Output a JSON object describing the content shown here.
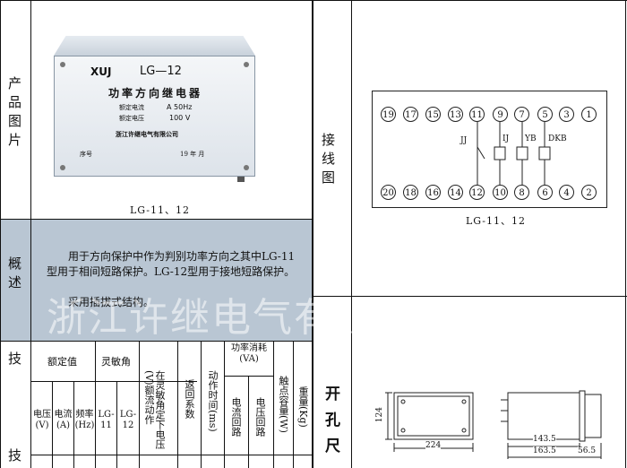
{
  "labels": {
    "product_image": "产品图片",
    "wiring": "接线图",
    "overview": "概述",
    "technical": "技",
    "cutout": "开孔尺"
  },
  "product": {
    "brand": "XUJ",
    "model_badge": "LG—12",
    "name": "功率方向继电器",
    "rated_current": "额定电流",
    "rated_current_val": "A 50Hz",
    "rated_voltage": "额定电压",
    "rated_voltage_val": "100  V",
    "maker": "浙江许继电气有限公司",
    "serial": "序号",
    "year": "19 年 月",
    "caption": "LG-11、12"
  },
  "wiring": {
    "top_nodes": [
      "19",
      "17",
      "15",
      "13",
      "11",
      "9",
      "7",
      "5",
      "3",
      "1"
    ],
    "bottom_nodes": [
      "20",
      "18",
      "16",
      "14",
      "12",
      "10",
      "8",
      "6",
      "4",
      "2"
    ],
    "tags": [
      "JJ",
      "IJ",
      "YB",
      "DKB"
    ],
    "caption": "LG-11、12"
  },
  "overview": {
    "para1": "用于方向保护中作为判别功率方向之其中LG-11型用于相间短路保护。LG-12型用于接地短路保护。",
    "para2": "采用插拔式结构。"
  },
  "watermark": "浙江许继电气有限公司",
  "tech_table": {
    "rated": "额定值",
    "sensitive_angle": "灵敏角",
    "voltage_col": "电压(V)",
    "current_col": "电流(A)",
    "freq_col": "频率(Hz)",
    "lg11": "LG-11",
    "lg12": "LG-12",
    "sensitive_volt": "在灵敏角定下电压(V)额流动作",
    "return_coef": "返回系数",
    "op_time": "动作时间(ms)",
    "power_cons": "功率消耗(VA)",
    "current_loop": "电流回路",
    "voltage_loop": "电压回路",
    "contact_cap": "触点容量(W)",
    "weight": "重量(Kg)"
  },
  "cutout": {
    "dim_124": "124",
    "dim_224": "224",
    "dim_143_5": "143.5",
    "dim_163_5": "163.5",
    "dim_56_5": "56.5"
  }
}
